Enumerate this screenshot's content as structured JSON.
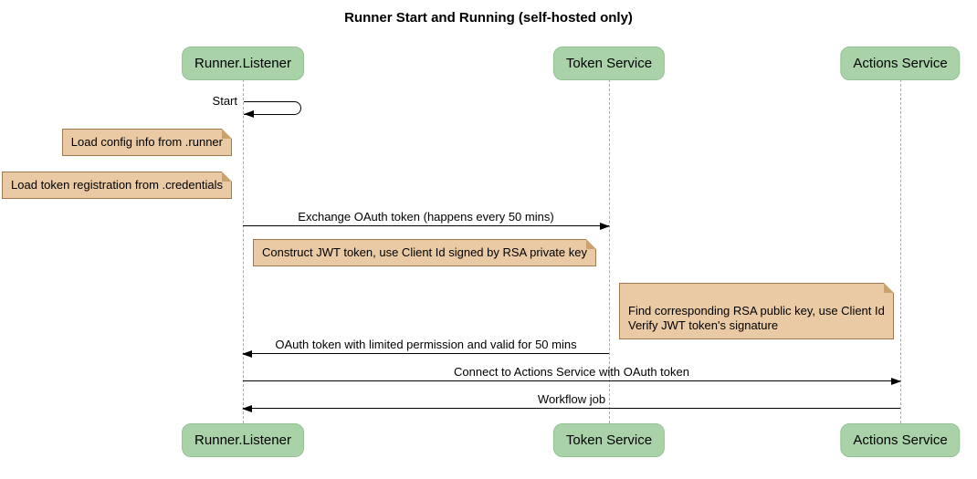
{
  "diagram": {
    "title": "Runner Start and Running (self-hosted only)",
    "type": "sequence",
    "participants": [
      {
        "name": "Runner.Listener"
      },
      {
        "name": "Token Service"
      },
      {
        "name": "Actions Service"
      }
    ],
    "messages": [
      {
        "label": "Start",
        "from": "Runner.Listener",
        "to": "Runner.Listener",
        "style": "self"
      },
      {
        "label": "Exchange OAuth token (happens every 50 mins)",
        "from": "Runner.Listener",
        "to": "Token Service"
      },
      {
        "label": "OAuth token with limited permission and valid for 50 mins",
        "from": "Token Service",
        "to": "Runner.Listener"
      },
      {
        "label": "Connect to Actions Service with OAuth token",
        "from": "Runner.Listener",
        "to": "Actions Service"
      },
      {
        "label": "Workflow job",
        "from": "Actions Service",
        "to": "Runner.Listener"
      }
    ],
    "notes": [
      {
        "text": "Load config info from .runner",
        "position": "left of Runner.Listener"
      },
      {
        "text": "Load token registration from .credentials",
        "position": "left of Runner.Listener"
      },
      {
        "text": "Construct JWT token, use Client Id signed by RSA private key",
        "position": "over Runner.Listener and Token Service"
      },
      {
        "text": "Find corresponding RSA public key, use Client Id\nVerify JWT token's signature",
        "position": "over Token Service and Actions Service"
      }
    ],
    "colors": {
      "participant_fill": "#A9D2A9",
      "note_fill": "#E9CAA5",
      "note_border": "#A0784B",
      "note_fold": "#C9A26E",
      "lifeline": "#A9A9A9",
      "arrow": "#000000",
      "background": "#FFFFFF"
    }
  }
}
